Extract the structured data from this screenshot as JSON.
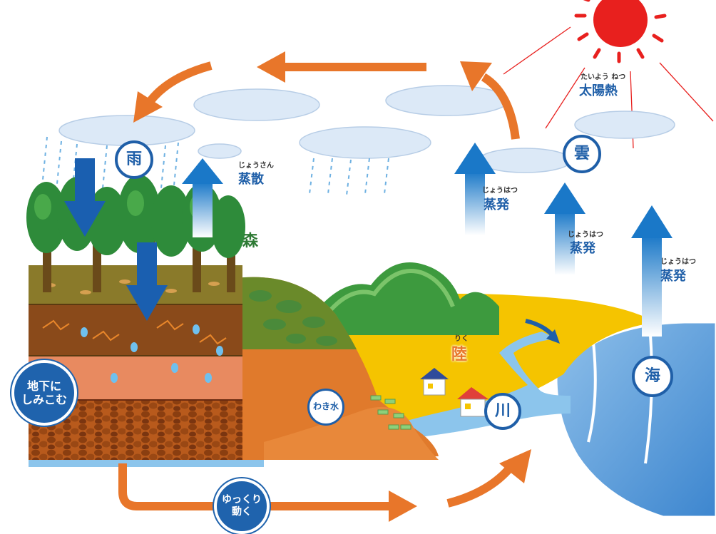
{
  "labels": {
    "sun_ruby": "たいよう ねつ",
    "sun_heat": "太陽熱",
    "rain": "雨",
    "cloud": "雲",
    "transpiration_ruby": "じょうさん",
    "transpiration": "蒸散",
    "forest": "森",
    "evap1_ruby": "じょうはつ",
    "evap1": "蒸発",
    "evap2_ruby": "じょうはつ",
    "evap2": "蒸発",
    "evap3_ruby": "じょうはつ",
    "evap3": "蒸発",
    "land_ruby": "りく",
    "land": "陸",
    "sea": "海",
    "river": "川",
    "spring_water": "わき水",
    "underground_line1": "地下に",
    "underground_line2": "しみこむ",
    "slow_line1": "ゆっくり",
    "slow_line2": "動く"
  },
  "colors": {
    "arrow_orange": "#e8762a",
    "water_blue": "#1f5fa8",
    "sun_red": "#e8201e",
    "land_yellow": "#f5c400",
    "forest_green": "#2e8b3a",
    "sea_blue": "#5a9ad6",
    "soil_orange": "#e07a2c"
  }
}
